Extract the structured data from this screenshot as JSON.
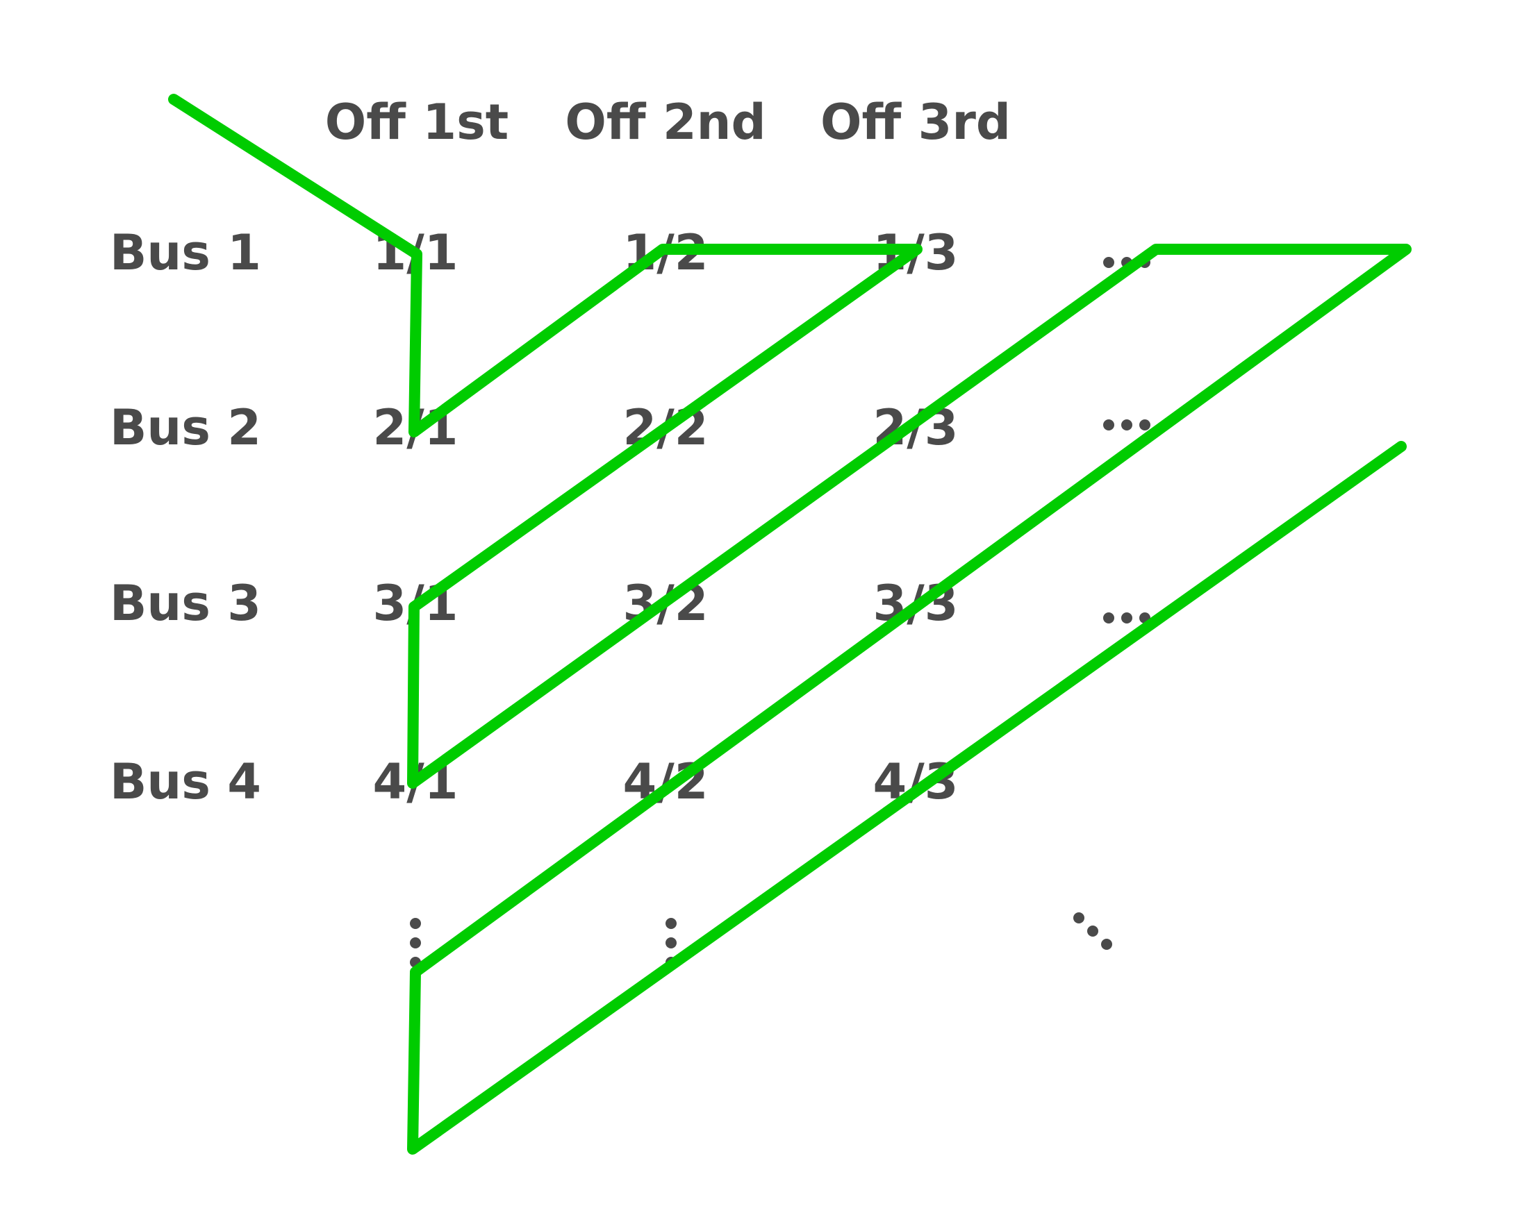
{
  "columns": [
    "Off 1st",
    "Off 2nd",
    "Off 3rd"
  ],
  "rows": [
    "Bus 1",
    "Bus 2",
    "Bus 3",
    "Bus 4"
  ],
  "cells": [
    [
      "1/1",
      "1/2",
      "1/3"
    ],
    [
      "2/1",
      "2/2",
      "2/3"
    ],
    [
      "3/1",
      "3/2",
      "3/3"
    ],
    [
      "4/1",
      "4/2",
      "4/3"
    ]
  ],
  "colors": {
    "text": "#4a4a4a",
    "path": "#00cc00",
    "background": "#ffffff"
  }
}
